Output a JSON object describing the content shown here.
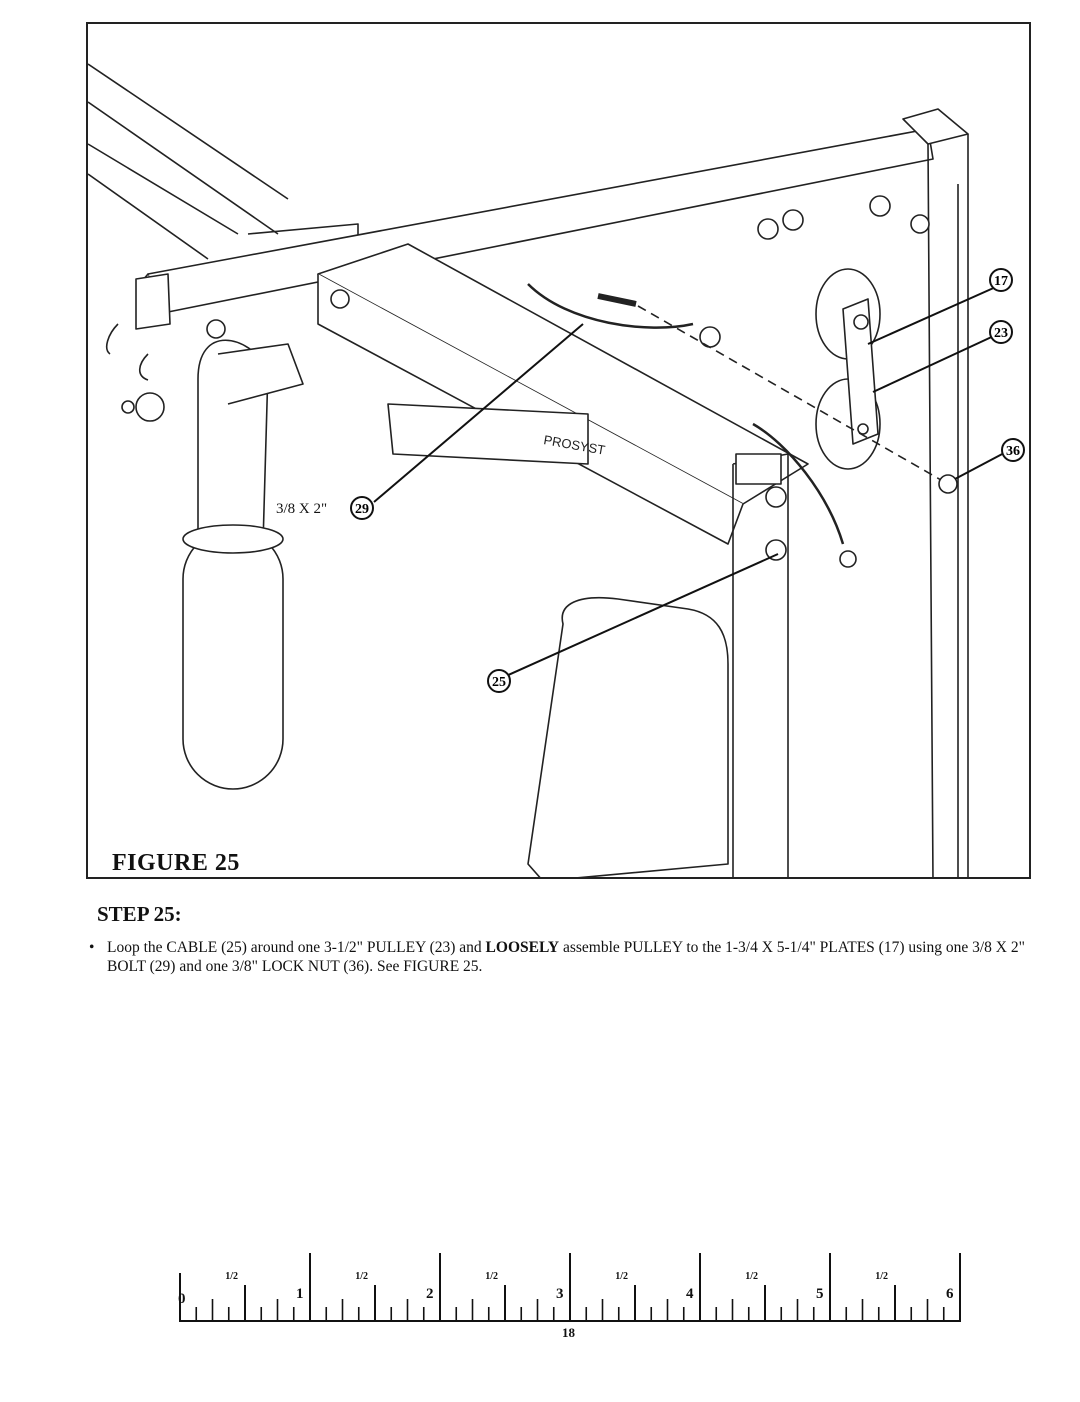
{
  "figure": {
    "caption": "FIGURE 25",
    "callouts": [
      {
        "id": "17",
        "label": "17"
      },
      {
        "id": "23",
        "label": "23"
      },
      {
        "id": "36",
        "label": "36"
      },
      {
        "id": "29",
        "label": "29",
        "prefix": "3/8 X 2\""
      },
      {
        "id": "25",
        "label": "25"
      }
    ],
    "stamp_text": "PROSYST"
  },
  "step": {
    "heading": "STEP 25:",
    "bullet": "•",
    "text_part1": "Loop the CABLE (25)  around one 3-1/2\" PULLEY (23) and ",
    "text_bold": "LOOSELY",
    "text_part2": " assemble PULLEY to the 1-3/4 X 5-1/4\" PLATES (17) using one 3/8 X 2\" BOLT (29) and one 3/8\" LOCK NUT (36). See FIGURE 25."
  },
  "ruler": {
    "units": [
      "0",
      "1",
      "2",
      "3",
      "4",
      "5",
      "6"
    ],
    "half_label": "1/2",
    "page_number": "18"
  }
}
